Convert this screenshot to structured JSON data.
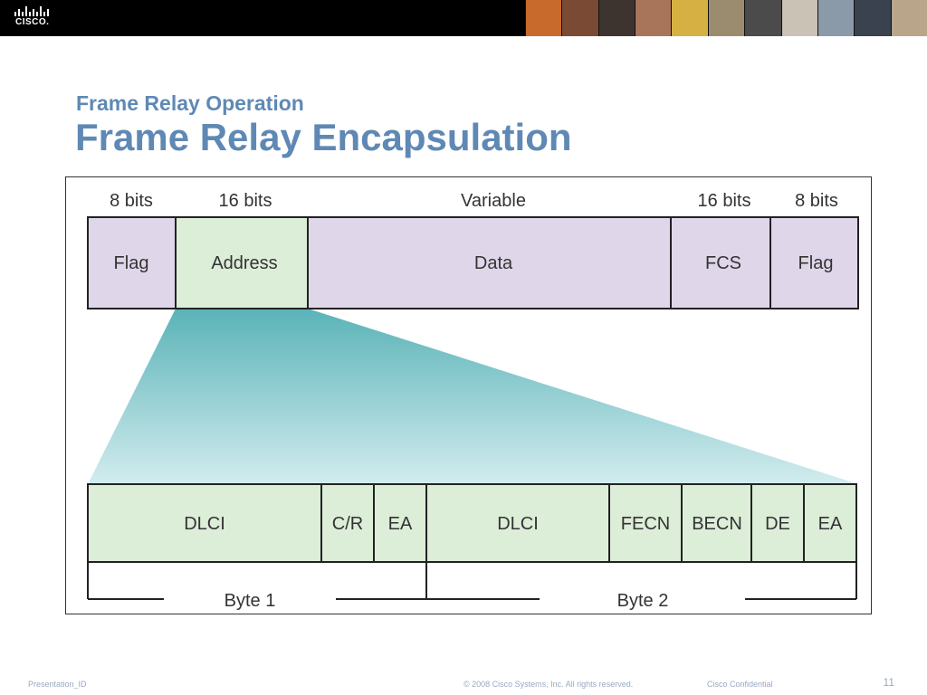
{
  "header": {
    "logo_text": "CISCO.",
    "photo_colors": [
      "#c86a2b",
      "#7a4a35",
      "#3d3430",
      "#a8745a",
      "#d7b044",
      "#9b8c70",
      "#4b4b4b",
      "#c9c2b5",
      "#8a9aa8",
      "#3a4250",
      "#b8a58a"
    ]
  },
  "slide": {
    "subtitle": "Frame Relay Operation",
    "title": "Frame Relay Encapsulation"
  },
  "frame": {
    "fields": [
      {
        "size": "8 bits",
        "label": "Flag"
      },
      {
        "size": "16 bits",
        "label": "Address"
      },
      {
        "size": "Variable",
        "label": "Data"
      },
      {
        "size": "16 bits",
        "label": "FCS"
      },
      {
        "size": "8 bits",
        "label": "Flag"
      }
    ]
  },
  "address": {
    "fields": [
      "DLCI",
      "C/R",
      "EA",
      "DLCI",
      "FECN",
      "BECN",
      "DE",
      "EA"
    ],
    "bytes": [
      "Byte 1",
      "Byte 2"
    ]
  },
  "colors": {
    "lavender": "#e0d6ea",
    "green": "#dcedd8",
    "teal": "#5ab3b8"
  },
  "footer": {
    "presentation_id": "Presentation_ID",
    "copyright": "© 2008 Cisco Systems, Inc. All rights reserved.",
    "confidential": "Cisco Confidential",
    "page_number": "11"
  }
}
